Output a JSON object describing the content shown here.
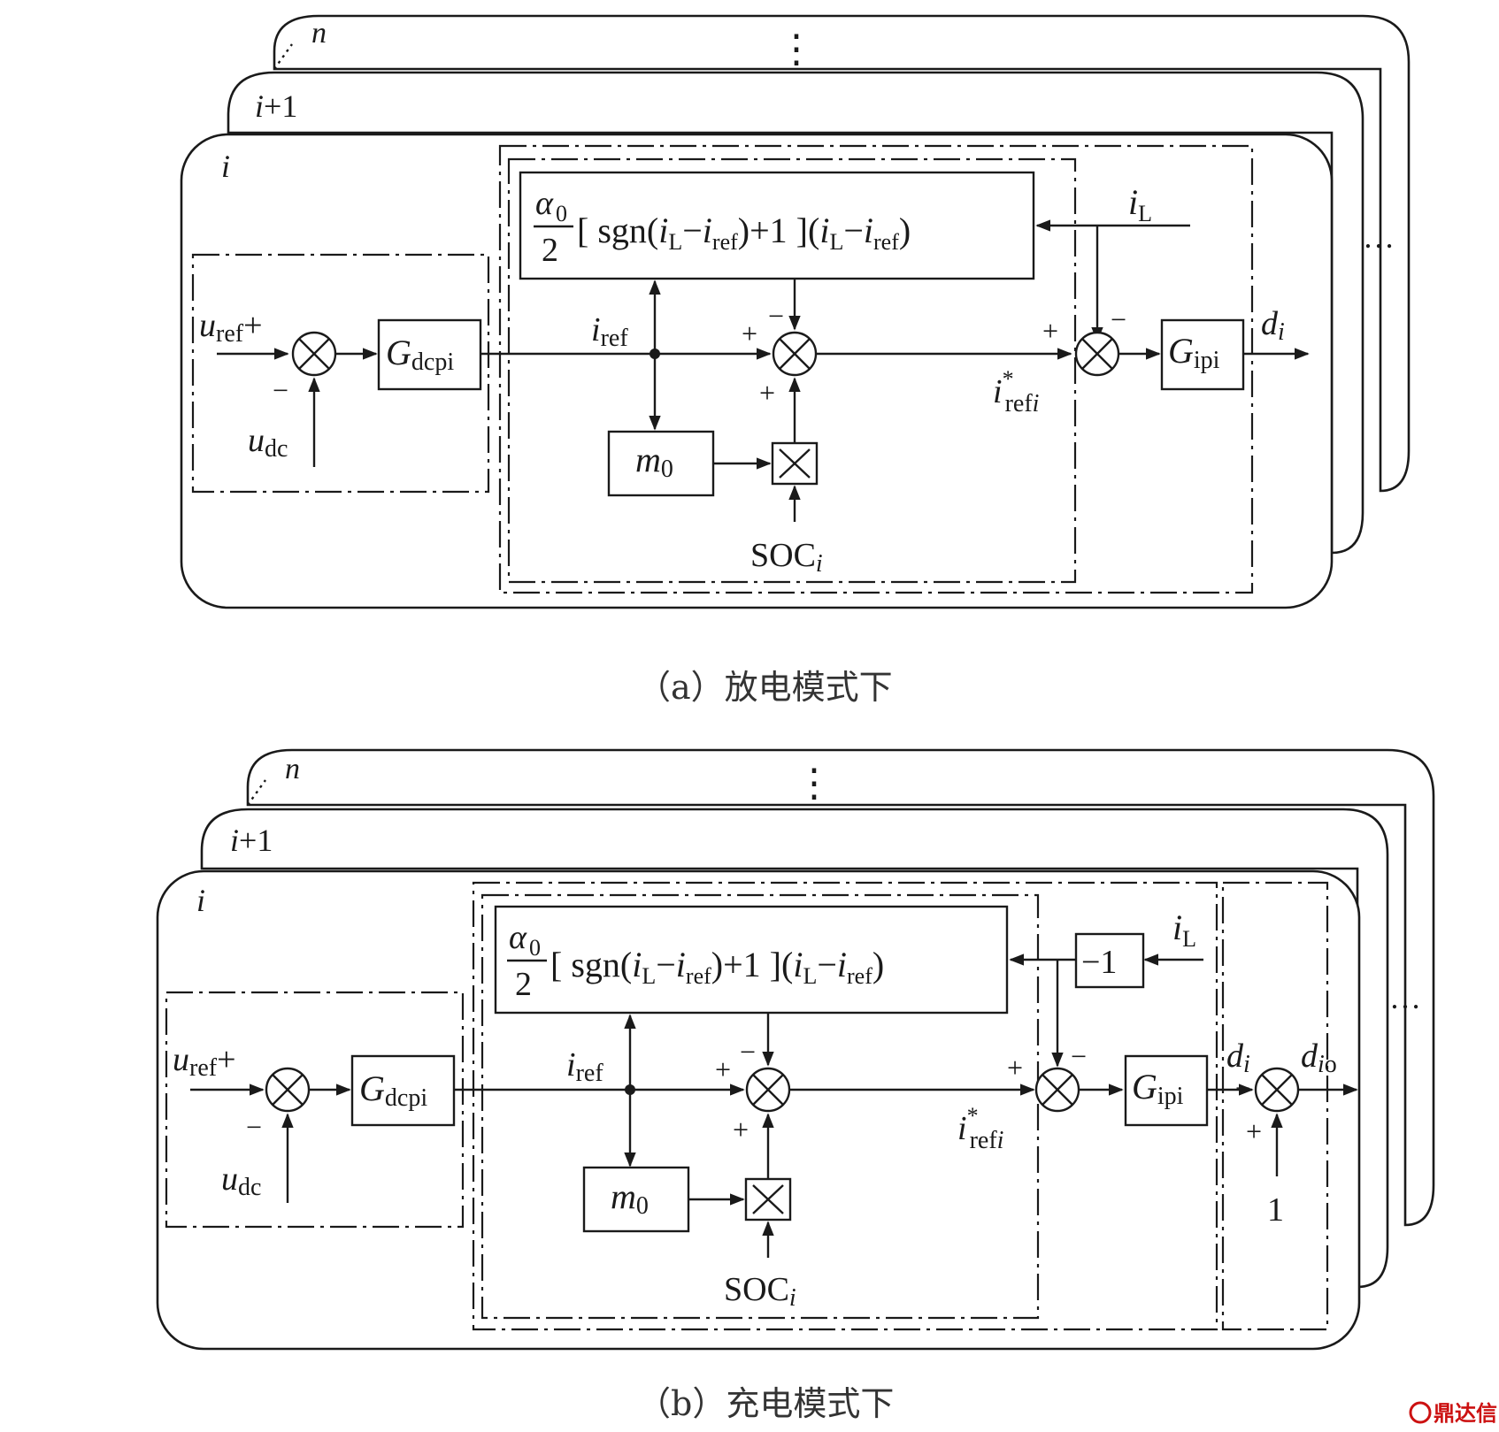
{
  "diagram": {
    "panel_a": {
      "caption": "（a）放电模式下",
      "card_labels": {
        "n": "n",
        "ip1": "i+1",
        "i": "i"
      },
      "formula": {
        "alpha": "α",
        "alpha_sub": "0",
        "den": "2",
        "body": "[ sgn(i",
        "sub_L1": "L",
        "minus1": "−i",
        "sub_ref1": "ref",
        "mid": ")+1 ](i",
        "sub_L2": "L",
        "minus2": "−i",
        "sub_ref2": "ref",
        "close": ")"
      },
      "iL": {
        "main": "i",
        "sub": "L"
      },
      "uref": {
        "main": "u",
        "sub": "ref",
        "sign": "+"
      },
      "udc": {
        "main": "u",
        "sub": "dc"
      },
      "gdcpi": {
        "main": "G",
        "sub": "dcpi"
      },
      "iref": {
        "main": "i",
        "sub": "ref"
      },
      "m0": {
        "main": "m",
        "sub": "0"
      },
      "soc": {
        "main": "SOC",
        "sub": "i"
      },
      "irefi_star": {
        "main": "i",
        "sup": "*",
        "sub": "ref",
        "subi": "i"
      },
      "gipi": {
        "main": "G",
        "sub": "ipi"
      },
      "di": {
        "main": "d",
        "sub": "i"
      },
      "plus": "+",
      "minus": "−",
      "ellipsis_h": "…",
      "ellipsis_v": "⋮"
    },
    "panel_b": {
      "caption": "（b）充电模式下",
      "card_labels": {
        "n": "n",
        "ip1": "i+1",
        "i": "i"
      },
      "neg_one": "−1",
      "one": "1",
      "dio": {
        "main": "d",
        "sub": "io"
      }
    },
    "watermark": "鼎达信"
  }
}
